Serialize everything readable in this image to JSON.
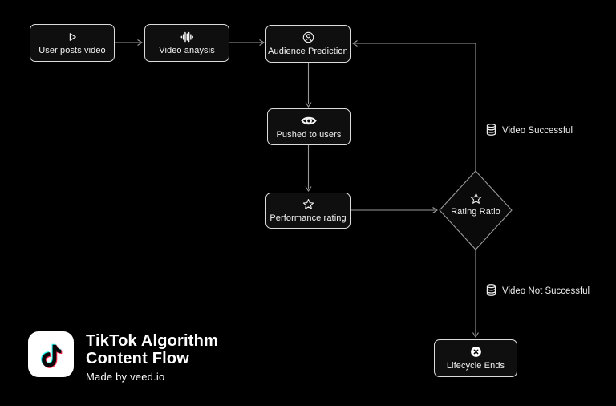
{
  "canvas": {
    "background": "#000000",
    "node_border_color": "#dcdcdc",
    "node_fill_color": "#0f0f0f",
    "connector_color": "#9a9a9a",
    "text_color": "#f2f2f2"
  },
  "nodes": [
    {
      "id": "user-posts-video",
      "label": "User posts video",
      "icon": "play-icon",
      "shape": "rect"
    },
    {
      "id": "video-anaysis",
      "label": "Video anaysis",
      "icon": "waveform-icon",
      "shape": "rect"
    },
    {
      "id": "audience-prediction",
      "label": "Audience Prediction",
      "icon": "user-circle-icon",
      "shape": "rect"
    },
    {
      "id": "pushed-to-users",
      "label": "Pushed to users",
      "icon": "eye-icon",
      "shape": "rect"
    },
    {
      "id": "performance-rating",
      "label": "Performance rating",
      "icon": "star-icon",
      "shape": "rect"
    },
    {
      "id": "rating-ratio",
      "label": "Rating Ratio",
      "icon": "star-icon",
      "shape": "diamond"
    },
    {
      "id": "lifecycle-ends",
      "label": "Lifecycle Ends",
      "icon": "x-circle-icon",
      "shape": "rect"
    }
  ],
  "edges": [
    {
      "from": "user-posts-video",
      "to": "video-anaysis"
    },
    {
      "from": "video-anaysis",
      "to": "audience-prediction"
    },
    {
      "from": "audience-prediction",
      "to": "pushed-to-users"
    },
    {
      "from": "pushed-to-users",
      "to": "performance-rating"
    },
    {
      "from": "performance-rating",
      "to": "rating-ratio"
    },
    {
      "from": "rating-ratio",
      "to": "audience-prediction",
      "label": "Video Successful",
      "icon": "database-icon"
    },
    {
      "from": "rating-ratio",
      "to": "lifecycle-ends",
      "label": "Video Not Successful",
      "icon": "database-icon"
    }
  ],
  "branding": {
    "title_line1": "TikTok Algorithm",
    "title_line2": "Content Flow",
    "subtitle": "Made by veed.io",
    "logo": "tiktok-logo",
    "logo_colors": {
      "tile": "#ffffff",
      "cyan": "#25f4ee",
      "pink": "#fe2c55",
      "note": "#0a0a0a"
    }
  }
}
